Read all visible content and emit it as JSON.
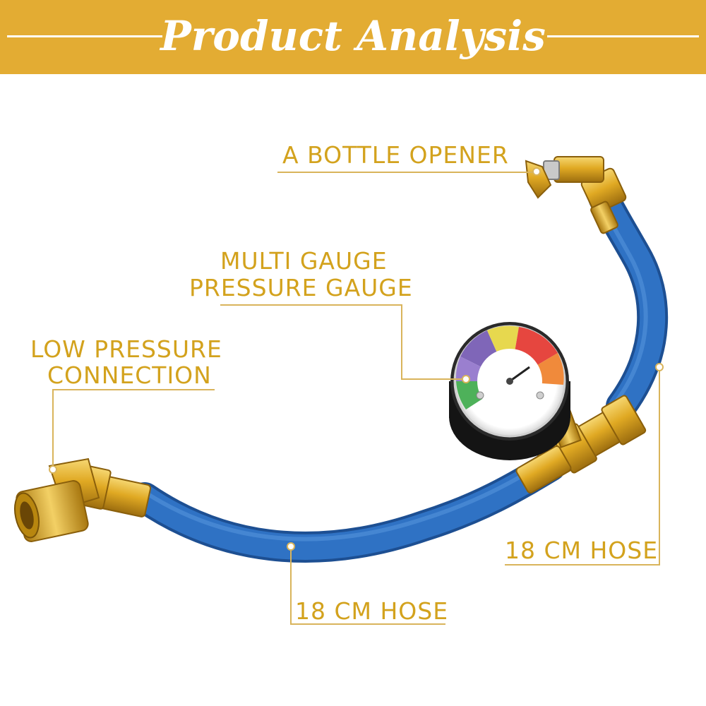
{
  "banner": {
    "title": "Product Analysis"
  },
  "callouts": {
    "bottle_opener": "A BOTTLE OPENER",
    "gauge_line1": "MULTI GAUGE",
    "gauge_line2": "PRESSURE GAUGE",
    "low_pressure_line1": "LOW PRESSURE",
    "low_pressure_line2": "CONNECTION",
    "hose_right": "18 CM HOSE",
    "hose_bottom": "18 CM HOSE"
  },
  "colors": {
    "banner": "#e3ac33",
    "label_text": "#d3a21d",
    "hose": "#2f6fc0",
    "brass": "#e2ae2a"
  }
}
